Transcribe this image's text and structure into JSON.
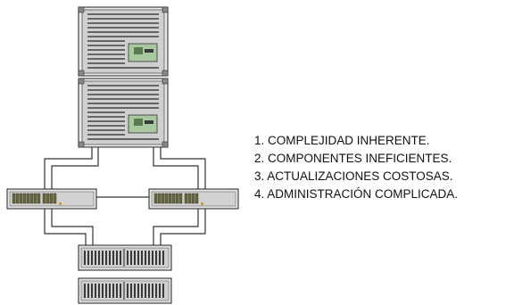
{
  "issues": [
    "1. COMPLEJIDAD INHERENTE.",
    "2. COMPONENTES INEFICIENTES.",
    "3. ACTUALIZACIONES COSTOSAS.",
    "4. ADMINISTRACIÓN COMPLICADA."
  ],
  "colors": {
    "chassis": "#c8c8c8",
    "chassis_dark": "#7a7a7a",
    "outline": "#222222",
    "panel": "#a8c8a0",
    "cable": "#333333",
    "port": "#6b6b3a"
  },
  "icons": {
    "server": "server-icon",
    "switch": "network-switch-icon",
    "storage": "storage-array-icon"
  }
}
